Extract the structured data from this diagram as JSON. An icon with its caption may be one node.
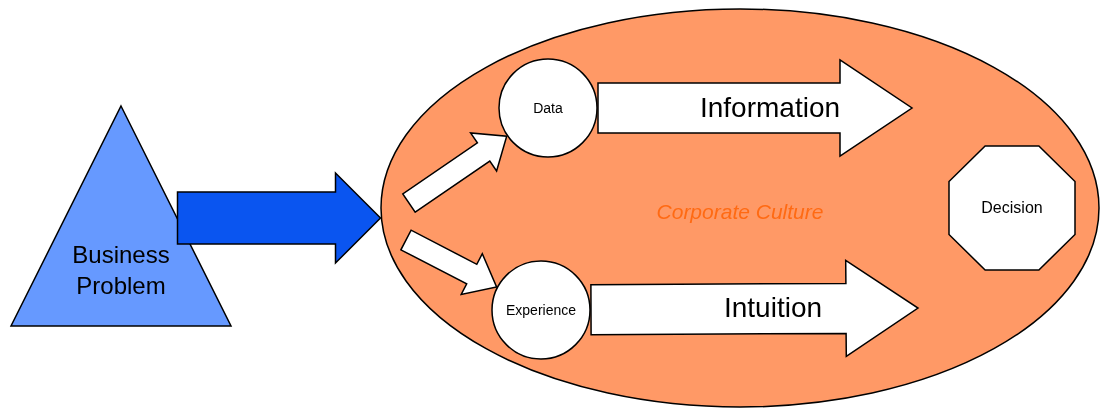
{
  "diagram": {
    "nodes": [
      {
        "text": [
          "Business Problem"
        ]
      },
      {
        "text": [
          "Corporate Culture"
        ]
      },
      {
        "text": [
          "Data"
        ],
        "in": 1
      },
      {
        "text": [
          "Experience"
        ],
        "in": 1
      },
      {
        "text": [
          "Decision"
        ],
        "in": 1
      }
    ],
    "edges": [
      {
        "from": 0,
        "to": 1,
        "arrow": "to",
        "color": "#0a55f0"
      },
      {
        "from": null,
        "to": 2,
        "arrow": "to"
      },
      {
        "from": null,
        "to": 3,
        "arrow": "to"
      },
      {
        "from": 2,
        "to": null,
        "arrow": "to",
        "label": "Information"
      },
      {
        "from": 3,
        "to": null,
        "arrow": "to",
        "label": "Intuition"
      }
    ]
  }
}
